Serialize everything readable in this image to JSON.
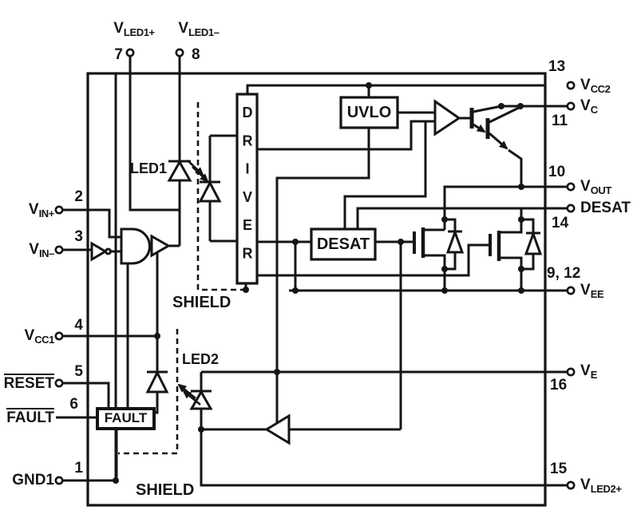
{
  "colors": {
    "line": "#151515",
    "background": "#ffffff"
  },
  "pins": {
    "vled1_plus": {
      "num": "7",
      "main": "V",
      "sub": "LED1+"
    },
    "vled1_minus": {
      "num": "8",
      "main": "V",
      "sub": "LED1–"
    },
    "vin_plus": {
      "num": "2",
      "main": "V",
      "sub": "IN+"
    },
    "vin_minus": {
      "num": "3",
      "main": "V",
      "sub": "IN–"
    },
    "vcc1": {
      "num": "4",
      "main": "V",
      "sub": "CC1"
    },
    "reset": {
      "num": "5",
      "label": "RESET"
    },
    "fault": {
      "num": "6",
      "label": "FAULT"
    },
    "gnd1": {
      "num": "1",
      "label": "GND1"
    },
    "vcc2": {
      "num": "13",
      "main": "V",
      "sub": "CC2"
    },
    "vc": {
      "num": "11",
      "main": "V",
      "sub": "C"
    },
    "vout": {
      "num": "10",
      "main": "V",
      "sub": "OUT"
    },
    "desat": {
      "num": "14",
      "label": "DESAT"
    },
    "vee": {
      "num": "9, 12",
      "main": "V",
      "sub": "EE"
    },
    "ve": {
      "num": "16",
      "main": "V",
      "sub": "E"
    },
    "vled2_plus": {
      "num": "15",
      "main": "V",
      "sub": "LED2+"
    }
  },
  "blocks": {
    "driver": "DRIVER",
    "uvlo": "UVLO",
    "desat": "DESAT",
    "fault": "FAULT"
  },
  "labels": {
    "led1": "LED1",
    "led2": "LED2",
    "shield_top": "SHIELD",
    "shield_bottom": "SHIELD"
  }
}
